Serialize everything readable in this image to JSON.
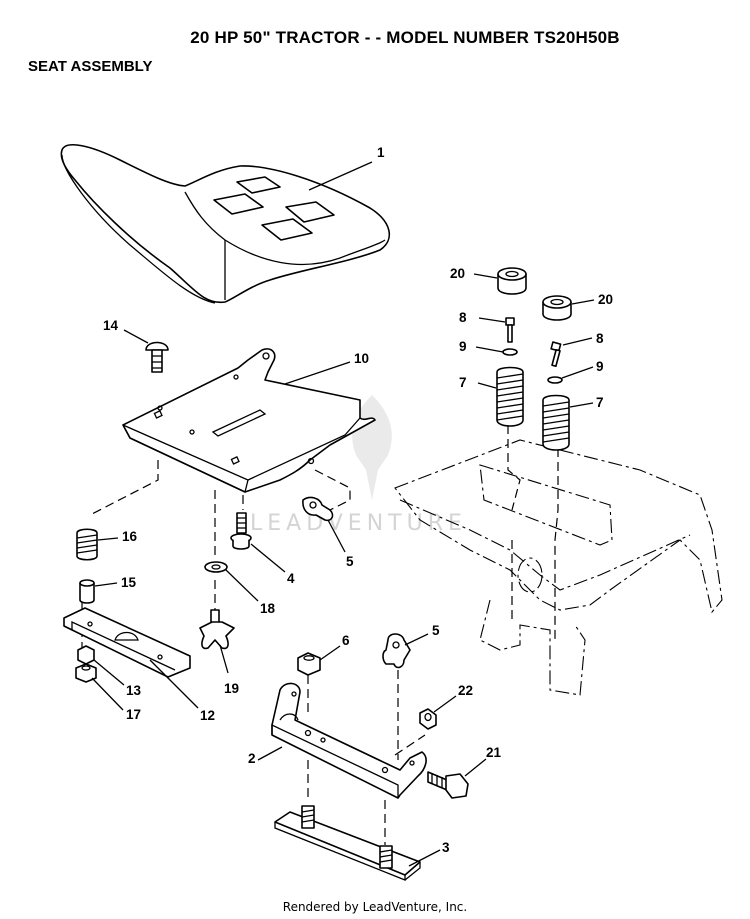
{
  "header": {
    "title": "20 HP 50\" TRACTOR - - MODEL NUMBER TS20H50B",
    "section": "SEAT ASSEMBLY"
  },
  "watermark": {
    "text": "LEADVENTURE",
    "color": "#d4d4d4"
  },
  "callouts": {
    "c1": "1",
    "c2": "2",
    "c3": "3",
    "c4": "4",
    "c5a": "5",
    "c5b": "5",
    "c6": "6",
    "c7a": "7",
    "c7b": "7",
    "c8a": "8",
    "c8b": "8",
    "c9a": "9",
    "c9b": "9",
    "c10": "10",
    "c12": "12",
    "c13": "13",
    "c14": "14",
    "c15": "15",
    "c16": "16",
    "c17": "17",
    "c18": "18",
    "c19": "19",
    "c20a": "20",
    "c20b": "20",
    "c21": "21",
    "c22": "22"
  },
  "footer": {
    "text": "Rendered by LeadVenture, Inc."
  }
}
